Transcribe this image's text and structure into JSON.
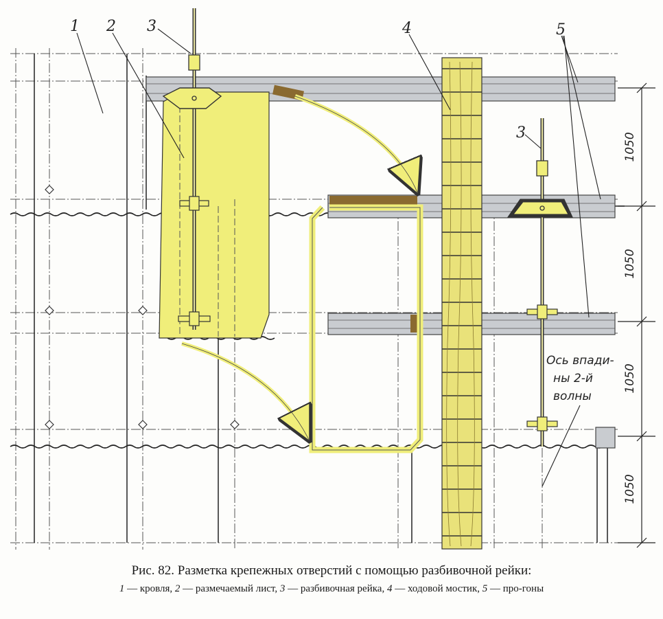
{
  "labels": {
    "roof": "1",
    "sheet": "2",
    "rail_left": "3",
    "rail_right": "3",
    "walkway": "4",
    "purlins": "5"
  },
  "dimensions": [
    "1050",
    "1050",
    "1050",
    "1050"
  ],
  "note_lines": [
    "Ось впади-",
    "ны 2-й",
    "волны"
  ],
  "caption": {
    "title": "Рис. 82. Разметка крепежных отверстий с помощью разбивочной рейки:",
    "legend": [
      {
        "num": "1",
        "text": " — кровля, "
      },
      {
        "num": "2",
        "text": " — размечаемый лист, "
      },
      {
        "num": "3",
        "text": " — разбивочная рейка, "
      },
      {
        "num": "4",
        "text": " — ходовой мостик, "
      },
      {
        "num": "5",
        "text": " — про-гоны"
      }
    ]
  },
  "colors": {
    "yellow": "#f0ee7a",
    "purlin": "#c9ccd0",
    "wood": "#e9e27a",
    "line": "#222222"
  }
}
